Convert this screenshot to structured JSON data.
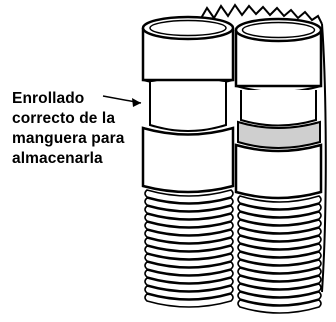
{
  "callout": {
    "lines": [
      "Enrollado",
      "correcto de la",
      "manguera para",
      "almacenarla"
    ]
  },
  "colors": {
    "line": "#000000",
    "fill": "#ffffff",
    "band": "#cfcfcf"
  }
}
